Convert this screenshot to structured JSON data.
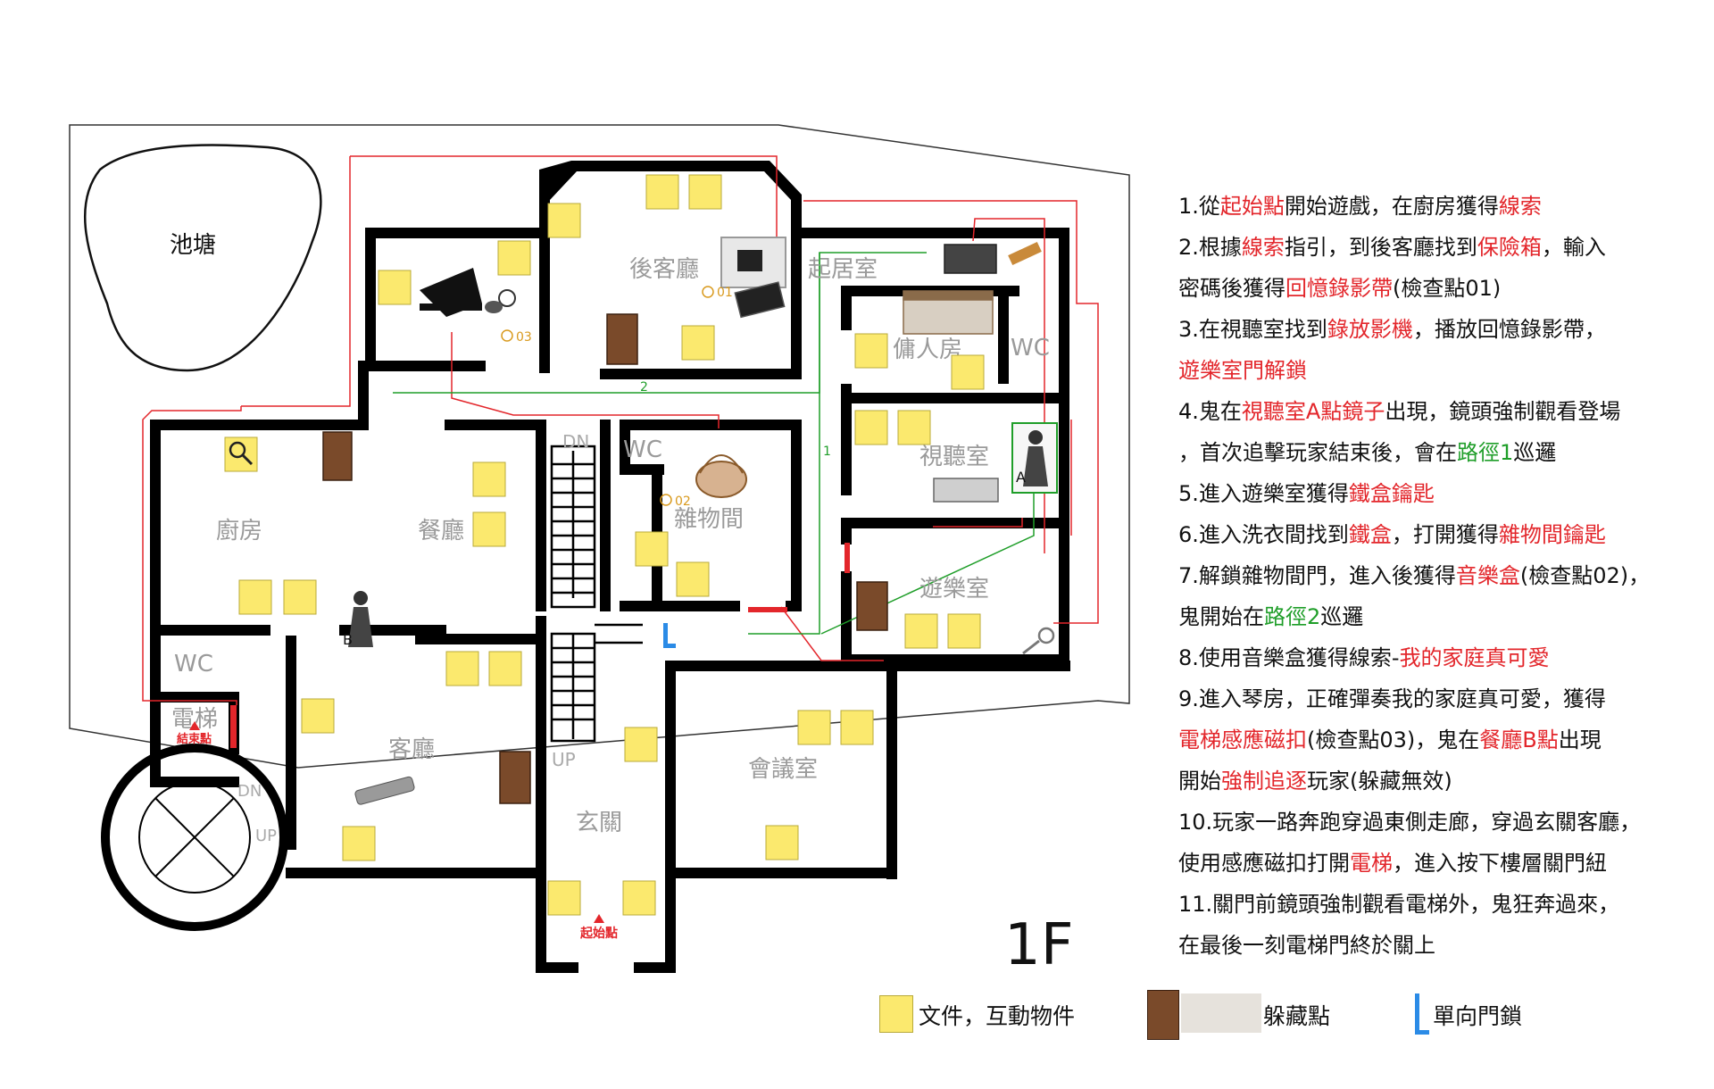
{
  "map": {
    "floor_label": "1F",
    "pond_label": "池塘",
    "rooms": {
      "back_living": "後客廳",
      "living_room": "起居室",
      "servant_room": "傭人房",
      "wc_upper": "WC",
      "av_room": "視聽室",
      "game_room": "遊樂室",
      "storage": "雜物間",
      "wc_mid": "WC",
      "kitchen": "廚房",
      "dining": "餐廳",
      "wc_left": "WC",
      "elevator": "電梯",
      "guest_hall": "客廳",
      "meeting": "會議室",
      "entrance": "玄關"
    },
    "markers": {
      "start": "起始點",
      "end": "結束點",
      "stairs_dn": "DN",
      "stairs_up": "UP",
      "spiral_dn": "DN",
      "spiral_up": "UP",
      "checkpoint_01": "01",
      "checkpoint_02": "02",
      "checkpoint_03": "03",
      "point_a": "A",
      "point_b": "B",
      "path_1": "1",
      "path_2": "2"
    },
    "colors": {
      "route_red": "#e3262b",
      "route_green": "#1f9e29",
      "note_yellow": "#fbe96e",
      "one_way_lock": "#2b8be6"
    }
  },
  "steps": [
    {
      "segments": [
        {
          "t": "1.從"
        },
        {
          "t": "起始點",
          "c": "red"
        },
        {
          "t": "開始遊戲，在廚房獲得"
        },
        {
          "t": "線索",
          "c": "red"
        }
      ]
    },
    {
      "segments": [
        {
          "t": "2.根據"
        },
        {
          "t": "線索",
          "c": "red"
        },
        {
          "t": "指引，到後客廳找到"
        },
        {
          "t": "保險箱",
          "c": "red"
        },
        {
          "t": "，輸入"
        }
      ]
    },
    {
      "segments": [
        {
          "t": "密碼後獲得"
        },
        {
          "t": "回憶錄影帶",
          "c": "red"
        },
        {
          "t": "(檢查點01)"
        }
      ]
    },
    {
      "segments": [
        {
          "t": "3.在視聽室找到"
        },
        {
          "t": "錄放影機",
          "c": "red"
        },
        {
          "t": "，播放回憶錄影帶，"
        }
      ]
    },
    {
      "segments": [
        {
          "t": "遊樂室門解鎖",
          "c": "red"
        }
      ]
    },
    {
      "segments": [
        {
          "t": "4.鬼在"
        },
        {
          "t": "視聽室A點鏡子",
          "c": "red"
        },
        {
          "t": "出現，鏡頭強制觀看登場"
        }
      ]
    },
    {
      "segments": [
        {
          "t": "，首次追擊玩家結束後，會在"
        },
        {
          "t": "路徑1",
          "c": "green"
        },
        {
          "t": "巡邏"
        }
      ]
    },
    {
      "segments": [
        {
          "t": "5.進入遊樂室獲得"
        },
        {
          "t": "鐵盒鑰匙",
          "c": "red"
        }
      ]
    },
    {
      "segments": [
        {
          "t": "6.進入洗衣間找到"
        },
        {
          "t": "鐵盒",
          "c": "red"
        },
        {
          "t": "，打開獲得"
        },
        {
          "t": "雜物間鑰匙",
          "c": "red"
        }
      ]
    },
    {
      "segments": [
        {
          "t": "7.解鎖雜物間門，進入後獲得"
        },
        {
          "t": "音樂盒",
          "c": "red"
        },
        {
          "t": "(檢查點02)，"
        }
      ]
    },
    {
      "segments": [
        {
          "t": "鬼開始在"
        },
        {
          "t": "路徑2",
          "c": "green"
        },
        {
          "t": "巡邏"
        }
      ]
    },
    {
      "segments": [
        {
          "t": "8.使用音樂盒獲得線索-"
        },
        {
          "t": "我的家庭真可愛",
          "c": "red"
        }
      ]
    },
    {
      "segments": [
        {
          "t": "9.進入琴房，正確彈奏我的家庭真可愛，獲得"
        }
      ]
    },
    {
      "segments": [
        {
          "t": "電梯感應磁扣",
          "c": "red"
        },
        {
          "t": "(檢查點03)，鬼在"
        },
        {
          "t": "餐廳B點",
          "c": "red"
        },
        {
          "t": "出現"
        }
      ]
    },
    {
      "segments": [
        {
          "t": "開始"
        },
        {
          "t": "強制追逐",
          "c": "red"
        },
        {
          "t": "玩家(躲藏無效)"
        }
      ]
    },
    {
      "segments": [
        {
          "t": "10.玩家一路奔跑穿過東側走廊，穿過玄關客廳，"
        }
      ]
    },
    {
      "segments": [
        {
          "t": "使用感應磁扣打開"
        },
        {
          "t": "電梯",
          "c": "red"
        },
        {
          "t": "，進入按下樓層關門紐"
        }
      ]
    },
    {
      "segments": [
        {
          "t": "11.關門前鏡頭強制觀看電梯外，鬼狂奔過來，"
        }
      ]
    },
    {
      "segments": [
        {
          "t": "在最後一刻電梯門終於關上"
        }
      ]
    }
  ],
  "legend": {
    "documents": "文件，互動物件",
    "hiding": "躲藏點",
    "one_way": "單向門鎖"
  }
}
